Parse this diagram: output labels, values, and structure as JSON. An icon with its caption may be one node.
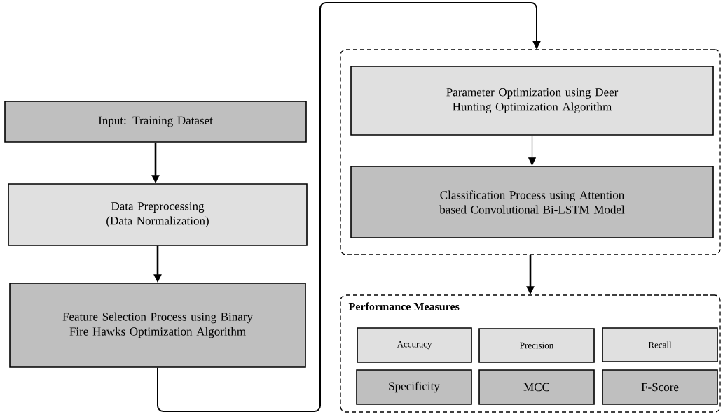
{
  "diagram": {
    "nodes": [
      {
        "text": [
          "Input: Training Dataset"
        ]
      },
      {
        "text": [
          "Data Preprocessing (Data Normalization)"
        ]
      },
      {
        "text": [
          "Feature Selection Process using Binary Fire Hawks Optimization Algorithm"
        ]
      },
      {
        "text": [],
        "shape": "box"
      },
      {
        "text": [
          "Parameter Optimization using Deer Hunting Optimization Algorithm"
        ],
        "in": 3
      },
      {
        "text": [
          "Classification Process using Attention based Convolutional Bi-LSTM Model"
        ],
        "in": 3
      },
      {
        "text": [
          "Performance Measures"
        ]
      },
      {
        "text": [
          "Accuracy"
        ],
        "in": 6
      },
      {
        "text": [
          "Precision"
        ],
        "in": 6
      },
      {
        "text": [
          "Recall"
        ],
        "in": 6
      },
      {
        "text": [
          "Specificity"
        ],
        "in": 6
      },
      {
        "text": [
          "MCC"
        ],
        "in": 6
      },
      {
        "text": [
          "F-Score"
        ],
        "in": 6
      }
    ],
    "edges": [
      {
        "from": 0,
        "to": 1,
        "arrow": "to"
      },
      {
        "from": 1,
        "to": 2,
        "arrow": "to"
      },
      {
        "from": 2,
        "to": 3,
        "arrow": "to"
      },
      {
        "from": 4,
        "to": 5,
        "arrow": "to"
      },
      {
        "from": 3,
        "to": 6,
        "arrow": "to"
      }
    ]
  }
}
